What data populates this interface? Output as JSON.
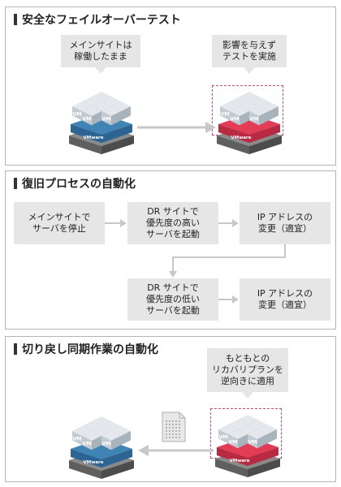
{
  "panels": [
    {
      "title": "安全なフェイルオーバーテスト"
    },
    {
      "title": "復旧プロセスの自動化"
    },
    {
      "title": "切り戻し同期作業の自動化"
    }
  ],
  "failover": {
    "left_note": "メインサイトは\n稼働したまま",
    "right_note": "影響を与えず\nテストを実施"
  },
  "process": {
    "step1": "メインサイトで\nサーバを停止",
    "step2": "DR サイトで\n優先度の高い\nサーバを起動",
    "step3": "IP アドレスの\n変更（適宜）",
    "step4": "DR サイトで\n優先度の低い\nサーバを起動",
    "step5": "IP アドレスの\n変更（適宜）"
  },
  "failback": {
    "note": "もともとの\nリカバリプランを\n逆向きに適用"
  },
  "labels": {
    "vm": "VM",
    "vendor": "VMware"
  },
  "colors": {
    "cube": "#c9d1d8",
    "base_blue": "#3f84b5",
    "base_red": "#e23c56",
    "base_gray": "#6b6b6b",
    "dashed": "#c8477a"
  }
}
